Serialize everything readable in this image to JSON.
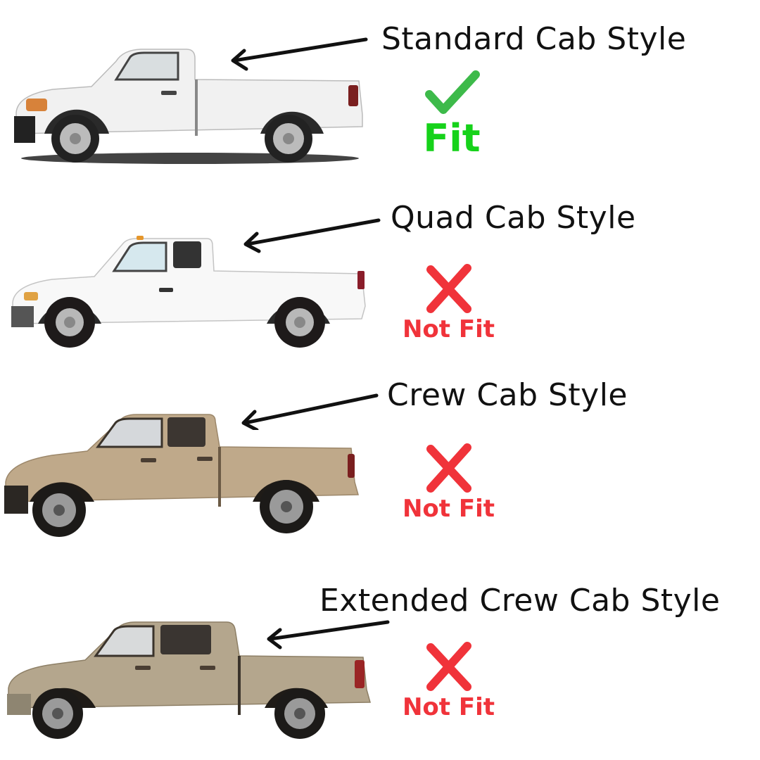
{
  "rows": [
    {
      "label": "Standard Cab Style",
      "status": "Fit",
      "fit": true,
      "truck_color": "#f2f2f2",
      "cab": "standard"
    },
    {
      "label": "Quad Cab Style",
      "status": "Not Fit",
      "fit": false,
      "truck_color": "#f7f7f7",
      "cab": "quad"
    },
    {
      "label": "Crew Cab Style",
      "status": "Not Fit",
      "fit": false,
      "truck_color": "#bfa888",
      "cab": "crew"
    },
    {
      "label": "Extended Crew Cab Style",
      "status": "Not Fit",
      "fit": false,
      "truck_color": "#b3a58c",
      "cab": "mega"
    }
  ],
  "colors": {
    "fit": "#16d21a",
    "check": "#3dba4a",
    "not_fit": "#f0333a",
    "arrow": "#111111"
  },
  "icons": {
    "fit": "check-mark-icon",
    "not_fit": "x-mark-icon",
    "pointer": "arrow-left-icon"
  }
}
